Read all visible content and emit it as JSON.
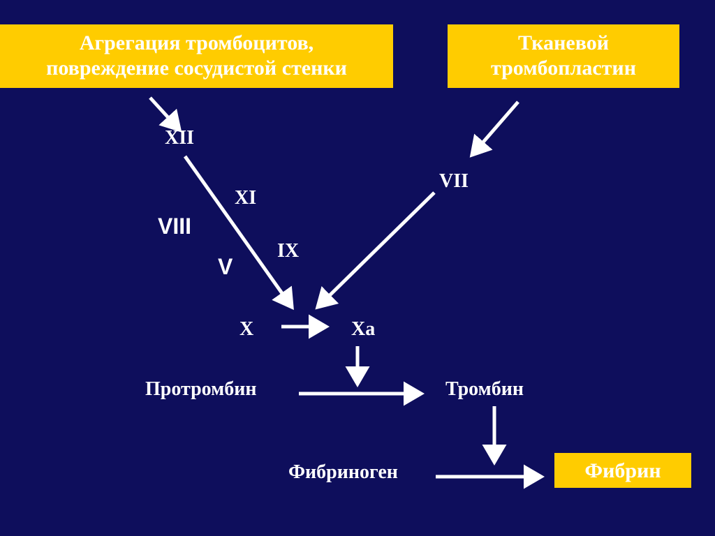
{
  "boxes": {
    "left": {
      "line1": "Агрегация тромбоцитов,",
      "line2": "повреждение сосудистой стенки"
    },
    "right": {
      "line1": "Тканевой",
      "line2": "тромбопластин"
    },
    "fibrin": "Фибрин"
  },
  "factors": {
    "xii": "XII",
    "xi": "XI",
    "viii": "VIII",
    "ix": "IX",
    "v": "V",
    "vii": "VII",
    "x": "X",
    "xa": "Xa"
  },
  "substances": {
    "prothrombin": "Протромбин",
    "thrombin": "Тромбин",
    "fibrinogen": "Фибриноген"
  },
  "colors": {
    "background": "#0e0e5c",
    "box": "#ffcc00",
    "text": "#ffffff",
    "arrows": "#ffffff"
  }
}
